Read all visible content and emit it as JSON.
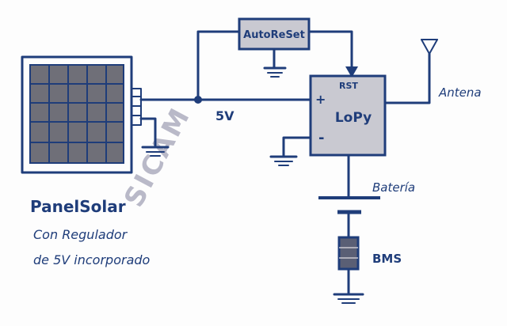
{
  "diagram": {
    "autoreset_label": "AutoReSet",
    "rst_label": "RST",
    "mcu_label": "LoPy",
    "plus_label": "+",
    "minus_label": "-",
    "voltage_label": "5V",
    "antenna_label": "Antena",
    "battery_label": "Batería",
    "bms_label": "BMS",
    "panel_label": "PanelSolar",
    "panel_desc_line1": "Con Regulador",
    "panel_desc_line2": "de 5V incorporado",
    "watermark": "SICAM"
  },
  "colors": {
    "ink": "#1f3d7a",
    "component_fill": "#c9c9d1",
    "panel_cell_fill": "#6f6f78",
    "bms_fill": "#5a5f75"
  }
}
